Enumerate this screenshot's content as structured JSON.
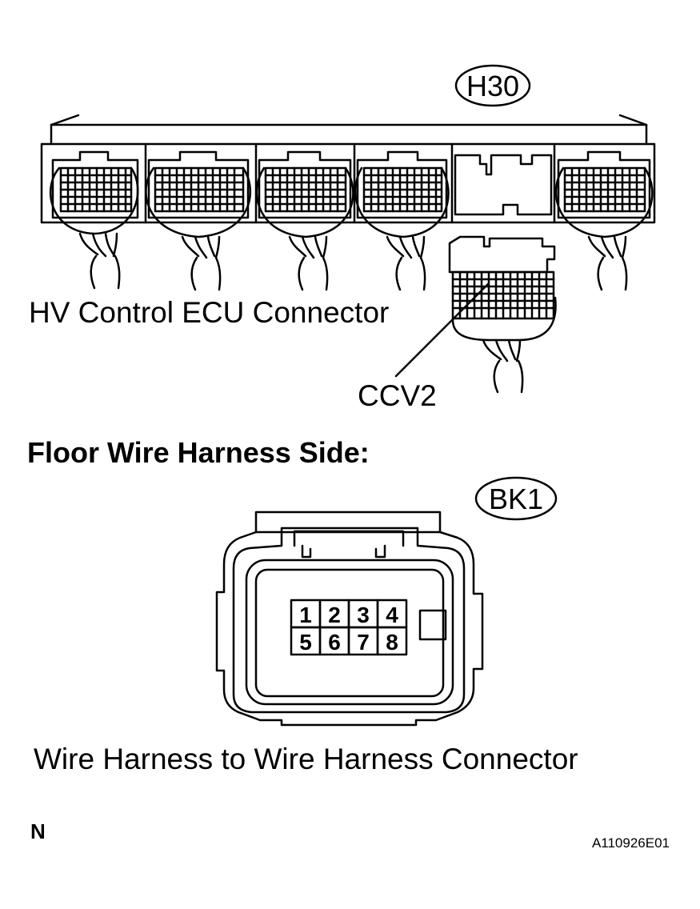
{
  "top_connector": {
    "code": "H30",
    "label": "HV Control ECU Connector",
    "terminal_label": "CCV2"
  },
  "bottom_section": {
    "heading": "Floor Wire Harness Side:",
    "code": "BK1",
    "terminals_row1": [
      "1",
      "2",
      "3",
      "4"
    ],
    "terminals_row2": [
      "5",
      "6",
      "7",
      "8"
    ],
    "caption": "Wire Harness to Wire Harness Connector"
  },
  "footer": {
    "view_mark": "N",
    "figure_code": "A110926E01"
  }
}
